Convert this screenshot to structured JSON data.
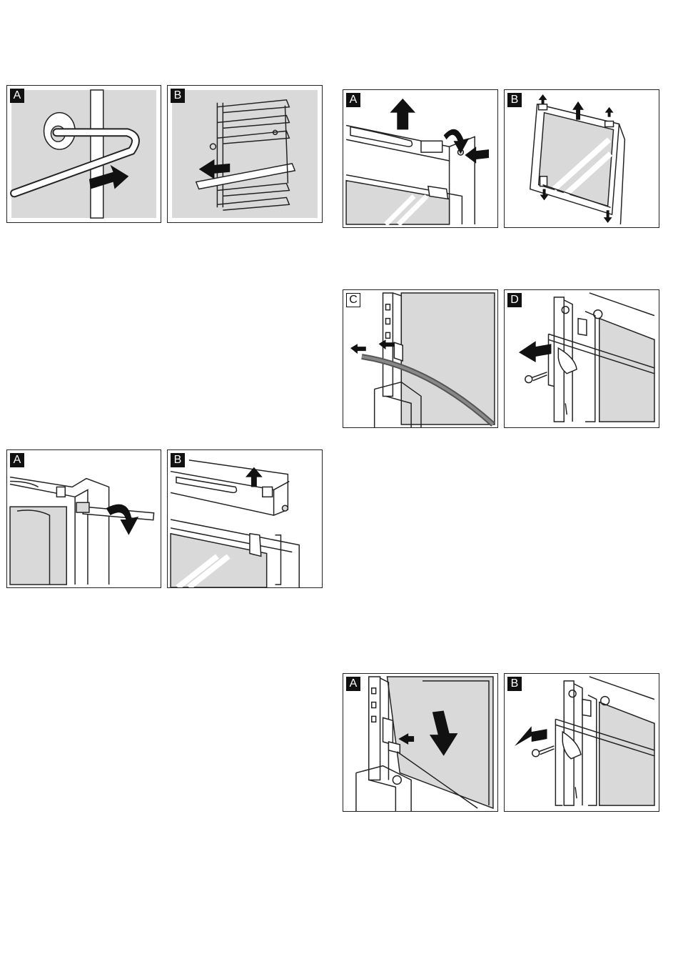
{
  "page": {
    "figures": [
      {
        "id": "rails-remove-a",
        "label": "A"
      },
      {
        "id": "rails-remove-b",
        "label": "B"
      },
      {
        "id": "door-cover-a",
        "label": "A"
      },
      {
        "id": "door-cover-b",
        "label": "B"
      },
      {
        "id": "door-glass-a",
        "label": "A"
      },
      {
        "id": "door-glass-b",
        "label": "B"
      },
      {
        "id": "door-seal-c",
        "label": "C"
      },
      {
        "id": "door-panel-d",
        "label": "D"
      },
      {
        "id": "refit-a",
        "label": "A"
      },
      {
        "id": "refit-b",
        "label": "B"
      }
    ],
    "colors": {
      "line": "#222222",
      "fill": "#d9d9d9",
      "arrow": "#111111",
      "label_bg": "#111111"
    }
  }
}
